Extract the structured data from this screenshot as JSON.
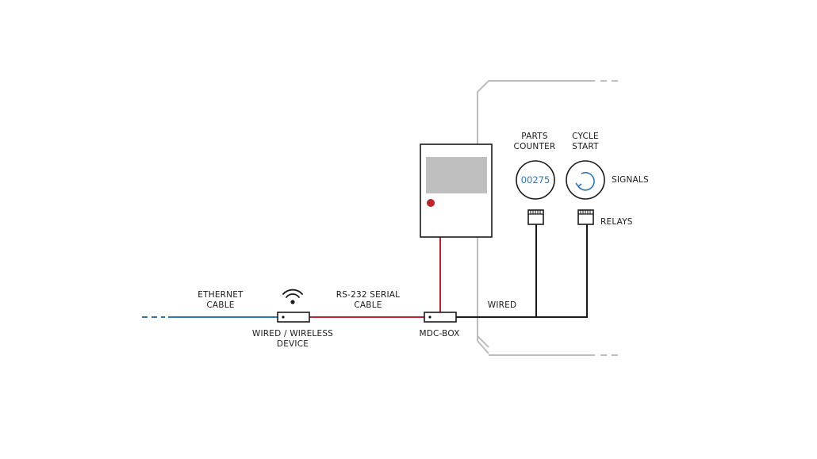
{
  "labels": {
    "ethernet_1": "ETHERNET",
    "ethernet_2": "CABLE",
    "device_1": "WIRED / WIRELESS",
    "device_2": "DEVICE",
    "rs232_1": "RS-232 SERIAL",
    "rs232_2": "CABLE",
    "mdc_box": "MDC-BOX",
    "wired": "WIRED",
    "parts_1": "PARTS",
    "parts_2": "COUNTER",
    "cycle_1": "CYCLE",
    "cycle_2": "START",
    "signals": "SIGNALS",
    "relays": "RELAYS",
    "counter_value": "00275"
  },
  "colors": {
    "ethernet": "#2e75b6",
    "serial": "#c0232c",
    "wired": "#1a1a1a",
    "machine_outline": "#bdbdbd",
    "screen": "#bfbfbf",
    "led": "#c0232c",
    "accent": "#2e75b6"
  },
  "icons": {
    "wifi": "wifi-icon",
    "cycle": "refresh-icon"
  }
}
